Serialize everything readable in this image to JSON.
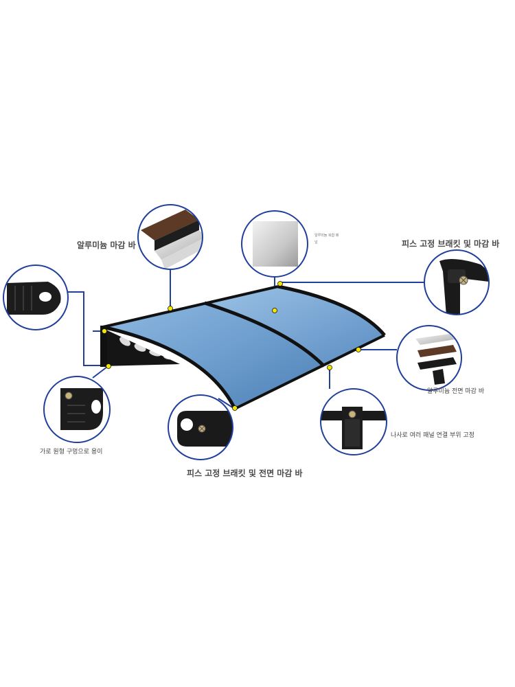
{
  "labels": {
    "aluminum_finish_bar": "알루미늄 마감 바",
    "aluminum_composite_panel_line1": "알루미늄 복합 패",
    "aluminum_composite_panel_line2": "널",
    "screw_bracket_and_finish_bar": "피스 고정 브래킷 및 마감 바",
    "aluminum_front_finish_bar": "알루미늄 전면 마감 바",
    "panel_joint_screw_fix": "나사로 여러 패널 연결 부위 고정",
    "horizontal_round_hole": "가로 원형 구멍으로 용이",
    "screw_bracket_and_front_finish_bar": "피스 고정 브래킷 및 전면 마감 바"
  },
  "colors": {
    "callout_line": "#1f3f9a",
    "connector_dot": "#f2e600",
    "panel_blue": "#6f9fcf",
    "frame_black": "#111111"
  },
  "icons": {
    "detail_1": "aluminum-finish-bar-profile",
    "detail_2": "composite-panel-swatch",
    "detail_3": "screw-bracket-corner",
    "detail_4": "wall-bracket-with-hole",
    "detail_5": "front-finish-bar-profiles",
    "detail_6": "panel-joint-connector",
    "detail_7": "bracket-front-view",
    "detail_8": "bracket-end-cap"
  }
}
